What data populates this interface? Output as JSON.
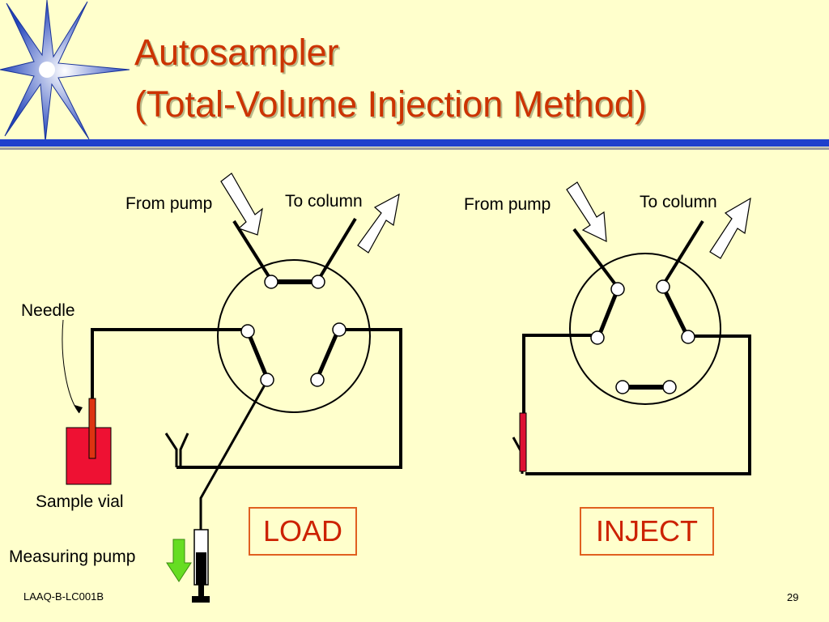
{
  "slide": {
    "title_line1": "Autosampler",
    "title_line2": "(Total-Volume Injection Method)",
    "footer_code": "LAAQ-B-LC001B",
    "page_number": "29"
  },
  "load_panel": {
    "from_pump": "From pump",
    "to_column": "To column",
    "needle": "Needle",
    "sample_vial": "Sample vial",
    "measuring_pump": "Measuring pump",
    "mode": "LOAD"
  },
  "inject_panel": {
    "from_pump": "From pump",
    "to_column": "To column",
    "mode": "INJECT"
  },
  "colors": {
    "title": "#cc3300",
    "accent_bar": "#1f40cc",
    "vial": "#ee1133",
    "needle": "#dd3311",
    "pump_arrow": "#66dd22",
    "mode_border": "#e06020"
  },
  "icons": [
    "star-logo-icon",
    "flow-in-arrow-icon",
    "flow-out-arrow-icon",
    "down-arrow-icon"
  ]
}
